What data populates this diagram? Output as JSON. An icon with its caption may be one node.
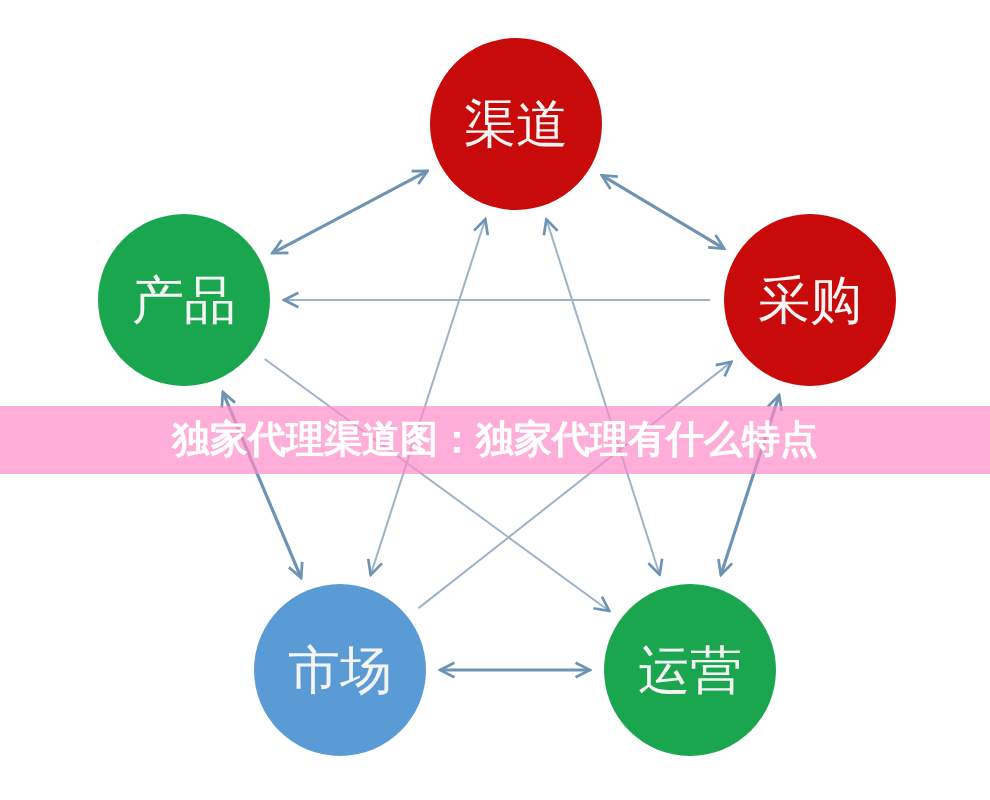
{
  "diagram": {
    "title": "独家代理渠道图：独家代理有什么特点",
    "nodes": [
      {
        "text": [
          "渠道"
        ]
      },
      {
        "text": [
          "产品"
        ]
      },
      {
        "text": [
          "采购"
        ]
      },
      {
        "text": [
          "市场"
        ]
      },
      {
        "text": [
          "运营"
        ]
      }
    ],
    "edges": [
      {
        "from": 0,
        "to": 1,
        "arrow": "both"
      },
      {
        "from": 0,
        "to": 2,
        "arrow": "both"
      },
      {
        "from": 1,
        "to": 3,
        "arrow": "both"
      },
      {
        "from": 3,
        "to": 4,
        "arrow": "both"
      },
      {
        "from": 4,
        "to": 2,
        "arrow": "both"
      },
      {
        "from": 3,
        "to": 0,
        "arrow": "both"
      },
      {
        "from": 4,
        "to": 0,
        "arrow": "both"
      },
      {
        "from": 2,
        "to": 1,
        "arrow": "to"
      },
      {
        "from": 1,
        "to": 4,
        "arrow": "to"
      },
      {
        "from": 3,
        "to": 2,
        "arrow": "to"
      }
    ]
  }
}
